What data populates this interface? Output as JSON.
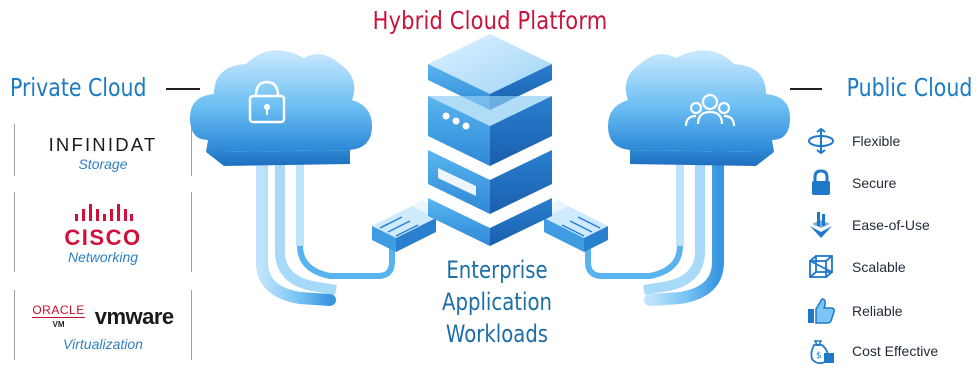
{
  "title": "Hybrid Cloud Platform",
  "private_cloud": {
    "title": "Private Cloud",
    "vendors": [
      {
        "name": "INFINIDAT",
        "category": "Storage"
      },
      {
        "name": "CISCO",
        "category": "Networking"
      },
      {
        "names": [
          "ORACLE",
          "VM",
          "vmware"
        ],
        "category": "Virtualization"
      }
    ]
  },
  "public_cloud": {
    "title": "Public Cloud",
    "benefits": [
      {
        "label": "Flexible",
        "icon": "flexible-icon"
      },
      {
        "label": "Secure",
        "icon": "lock-icon"
      },
      {
        "label": "Ease-of-Use",
        "icon": "hands-icon"
      },
      {
        "label": "Scalable",
        "icon": "cube-icon"
      },
      {
        "label": "Reliable",
        "icon": "thumbs-up-icon"
      },
      {
        "label": "Cost Effective",
        "icon": "money-bag-icon"
      }
    ]
  },
  "center": {
    "lines": [
      "Enterprise",
      "Application",
      "Workloads"
    ]
  },
  "colors": {
    "title_red": "#c8143c",
    "brand_blue": "#1d7bc2",
    "cloud_light": "#bfe3fb",
    "cloud_mid": "#4fb0ee",
    "cloud_dark": "#1f78c8"
  }
}
